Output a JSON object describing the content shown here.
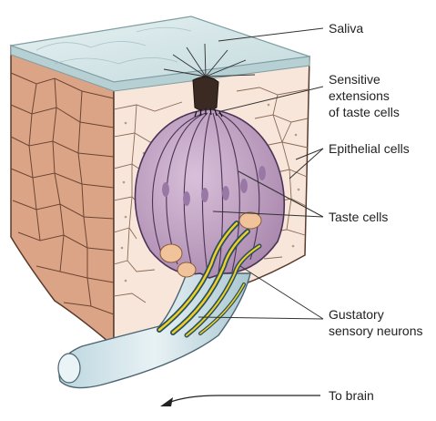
{
  "labels": {
    "saliva": "Saliva",
    "sensitive_1": "Sensitive",
    "sensitive_2": "extensions",
    "sensitive_3": "of taste cells",
    "epithelial": "Epithelial cells",
    "taste_cells": "Taste cells",
    "gustatory_1": "Gustatory",
    "gustatory_2": "sensory neurons",
    "to_brain": "To brain"
  },
  "colors": {
    "saliva": "#d4e6e8",
    "cell_wall": "#e8c6a8",
    "cell_face": "#f5e3d6",
    "taste_bud": "#c9a9cc",
    "neuron": "#f0d020",
    "nerve": "#2a5060"
  }
}
